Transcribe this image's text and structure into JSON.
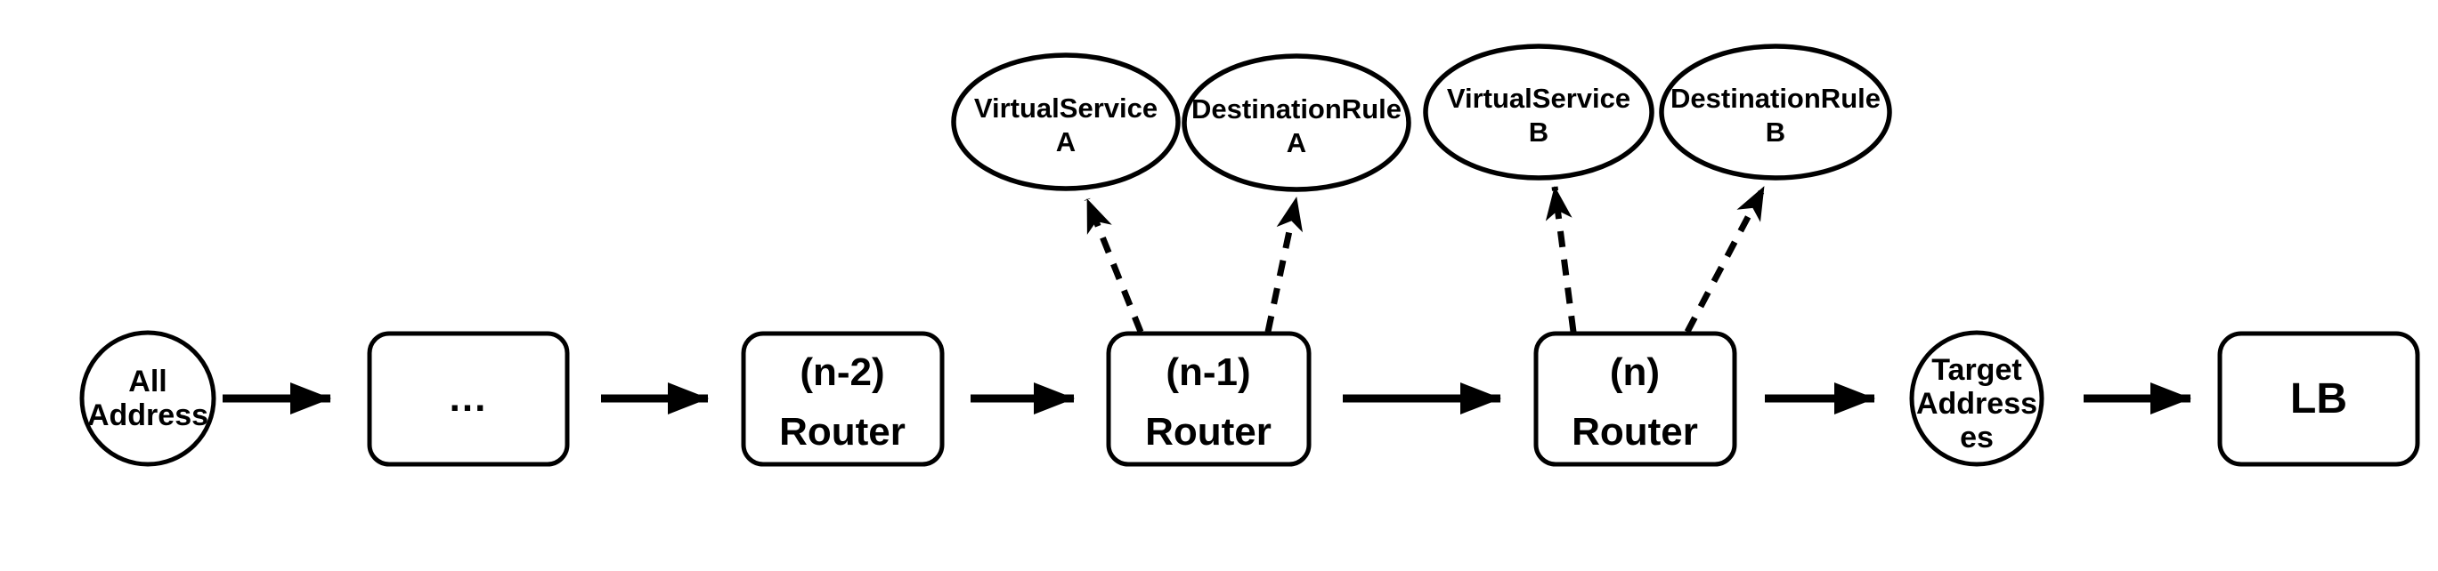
{
  "diagram": {
    "title": "request routing chain diagram",
    "colors": {
      "background": "#ffffff",
      "stroke": "#000000",
      "text": "#000000"
    },
    "nodes": {
      "all_address": {
        "shape": "ellipse",
        "lines": [
          "All",
          "Address"
        ]
      },
      "intermediate": {
        "shape": "rounded-rect",
        "lines": [
          "..."
        ]
      },
      "router_n2": {
        "shape": "rounded-rect",
        "lines": [
          "(n-2)",
          "Router"
        ]
      },
      "router_n1": {
        "shape": "rounded-rect",
        "lines": [
          "(n-1)",
          "Router"
        ]
      },
      "router_n": {
        "shape": "rounded-rect",
        "lines": [
          "(n)",
          "Router"
        ]
      },
      "target_addresses": {
        "shape": "ellipse",
        "lines": [
          "Target",
          "Address",
          "es"
        ]
      },
      "lb": {
        "shape": "rounded-rect",
        "lines": [
          "LB"
        ]
      },
      "virtualservice_a": {
        "shape": "ellipse",
        "lines": [
          "VirtualService",
          "A"
        ]
      },
      "destinationrule_a": {
        "shape": "ellipse",
        "lines": [
          "DestinationRule",
          "A"
        ]
      },
      "virtualservice_b": {
        "shape": "ellipse",
        "lines": [
          "VirtualService",
          "B"
        ]
      },
      "destinationrule_b": {
        "shape": "ellipse",
        "lines": [
          "DestinationRule",
          "B"
        ]
      }
    },
    "edges": {
      "solid_flow": [
        "all_address -> intermediate",
        "intermediate -> router_n2",
        "router_n2 -> router_n1",
        "router_n1 -> router_n",
        "router_n -> target_addresses",
        "target_addresses -> lb"
      ],
      "dashed_refs": [
        "router_n1 -> virtualservice_a",
        "router_n1 -> destinationrule_a",
        "router_n -> virtualservice_b",
        "router_n -> destinationrule_b"
      ]
    }
  }
}
